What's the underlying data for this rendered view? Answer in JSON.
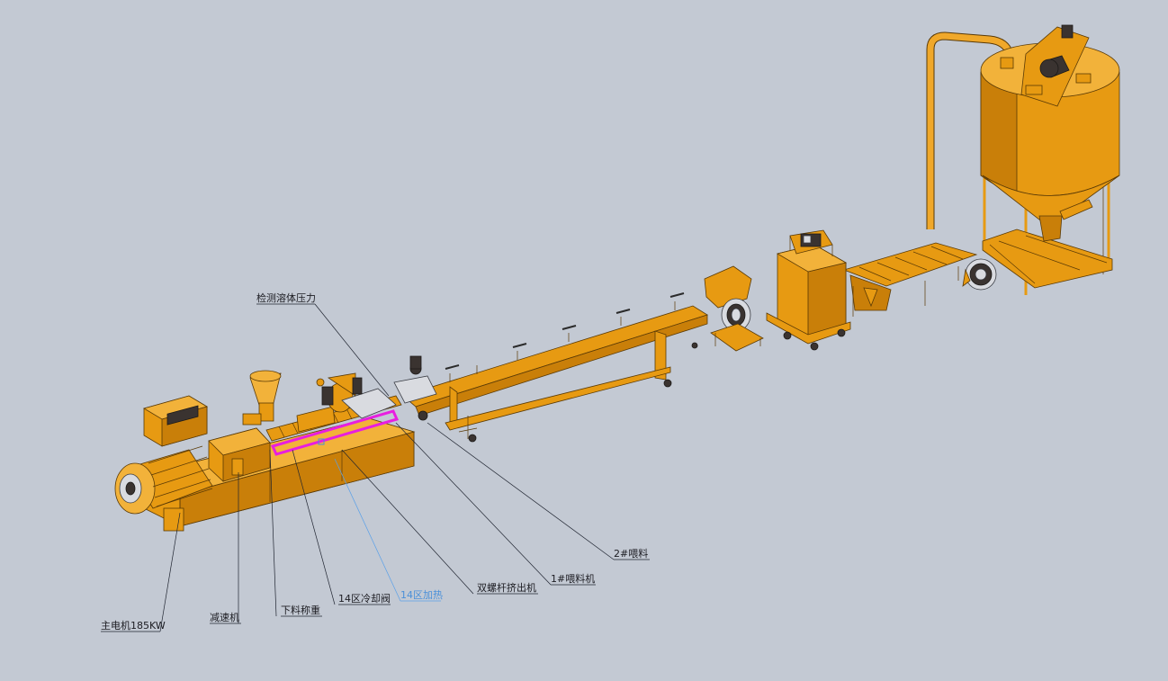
{
  "diagram": {
    "labels": {
      "main_motor": "主电机185KW",
      "reducer": "减速机",
      "feed_weighing": "下料称重",
      "cooling_valve": "14区冷却阀",
      "heating": "14区加热",
      "twin_screw": "双螺杆挤出机",
      "feeder1": "1#喂料机",
      "feeder2": "2#喂料",
      "melt_pressure": "检测溶体压力"
    },
    "colors": {
      "machine": "#e79a12",
      "highlight": "#e81ee0",
      "background": "#c3c9d3"
    }
  }
}
